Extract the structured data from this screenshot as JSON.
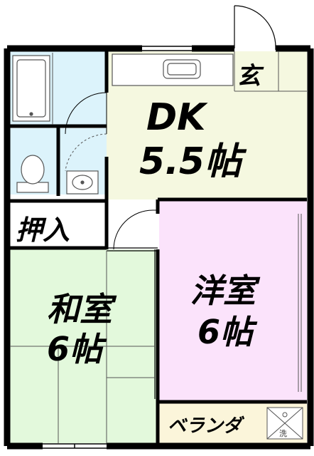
{
  "rooms": {
    "entrance": {
      "label": "玄"
    },
    "dk": {
      "name": "DK",
      "size": "5.5帖"
    },
    "closet": {
      "label": "押入"
    },
    "washitsu": {
      "name": "和室",
      "size": "6帖"
    },
    "yoshitsu": {
      "name": "洋室",
      "size": "6帖"
    },
    "balcony": {
      "label": "ベランダ"
    }
  },
  "fixtures": {
    "washer_mark": "洗"
  },
  "colors": {
    "wall": "#000000",
    "dk_floor": "#f5f8e0",
    "wet_area": "#dcf3fb",
    "washitsu_floor": "#e3f9dc",
    "yoshitsu_floor": "#fbe3fb",
    "balcony_floor": "#fbf5da",
    "fixture_stroke": "#555555"
  }
}
